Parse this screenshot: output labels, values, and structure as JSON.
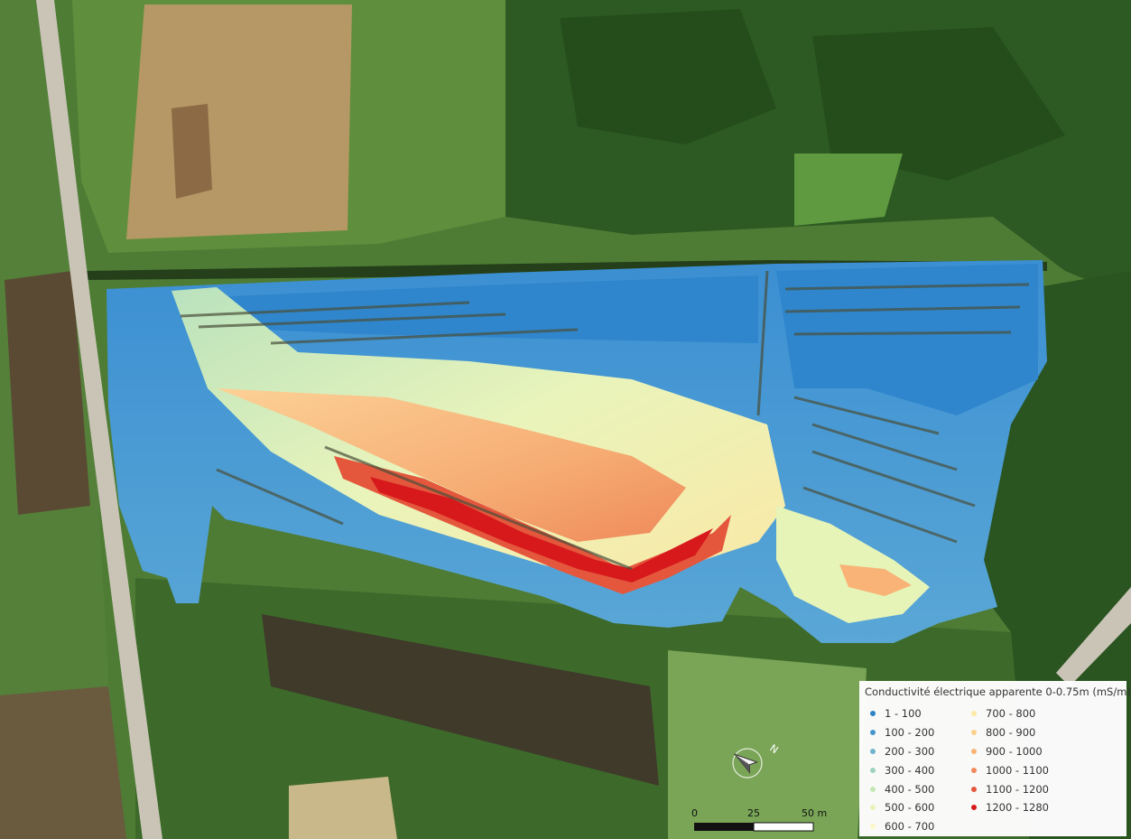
{
  "legend": {
    "title": "Conductivité électrique apparente 0-0.75m (mS/m)",
    "classes": [
      {
        "label": "1 - 100",
        "color": "#2b83c6"
      },
      {
        "label": "100 - 200",
        "color": "#4596cc"
      },
      {
        "label": "200 - 300",
        "color": "#6fb4cf"
      },
      {
        "label": "300 - 400",
        "color": "#9fd3be"
      },
      {
        "label": "400 - 500",
        "color": "#c6e7b6"
      },
      {
        "label": "500 - 600",
        "color": "#e6f4b8"
      },
      {
        "label": "600 - 700",
        "color": "#fbf7c7"
      },
      {
        "label": "700 - 800",
        "color": "#fde9a8"
      },
      {
        "label": "800 - 900",
        "color": "#fdd08c"
      },
      {
        "label": "900 - 1000",
        "color": "#f9b377"
      },
      {
        "label": "1000 - 1100",
        "color": "#f28a5c"
      },
      {
        "label": "1100 - 1200",
        "color": "#e4573d"
      },
      {
        "label": "1200 - 1280",
        "color": "#d7191c"
      }
    ]
  },
  "scalebar": {
    "labels": [
      "0",
      "25",
      "50 m"
    ]
  },
  "north_arrow": {
    "label": "N"
  },
  "colors": {
    "forest": "#2d5a22",
    "meadow": "#5f8f3c",
    "field": "#b59865",
    "road": "#c9c4b6",
    "wetland": "#3f3a2a"
  }
}
